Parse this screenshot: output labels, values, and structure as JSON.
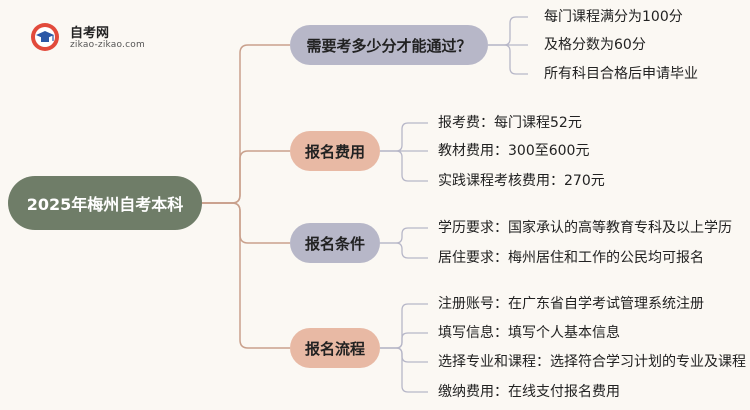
{
  "logo": {
    "name": "自考网",
    "url": "zikao-zikao.com"
  },
  "root": {
    "label": "2025年梅州自考本科"
  },
  "branches": [
    {
      "label": "需要考多少分才能通过？",
      "items": [
        "每门课程满分为100分",
        "及格分数为60分",
        "所有科目合格后申请毕业"
      ]
    },
    {
      "label": "报名费用",
      "items": [
        "报考费：每门课程52元",
        "教材费用：300至600元",
        "实践课程考核费用：270元"
      ]
    },
    {
      "label": "报名条件",
      "items": [
        "学历要求：国家承认的高等教育专科及以上学历",
        "居住要求：梅州居住和工作的公民均可报名"
      ]
    },
    {
      "label": "报名流程",
      "items": [
        "注册账号：在广东省自学考试管理系统注册",
        "填写信息：填写个人基本信息",
        "选择专业和课程：选择符合学习计划的专业及课程",
        "缴纳费用：在线支付报名费用"
      ]
    }
  ],
  "colors": {
    "root": "#6f7d68",
    "branch_purple": "#b7b7c8",
    "branch_peach": "#e8b9a4",
    "link_root": "#c9a08c",
    "link_leaf": "#b7b7c8"
  }
}
